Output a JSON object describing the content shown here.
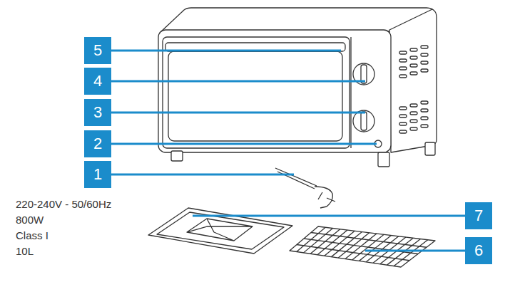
{
  "diagram": {
    "labels": [
      "5",
      "4",
      "3",
      "2",
      "1",
      "7",
      "6",
      "220-240V - 50/60Hz",
      "800W",
      "Class I",
      "10L"
    ]
  }
}
